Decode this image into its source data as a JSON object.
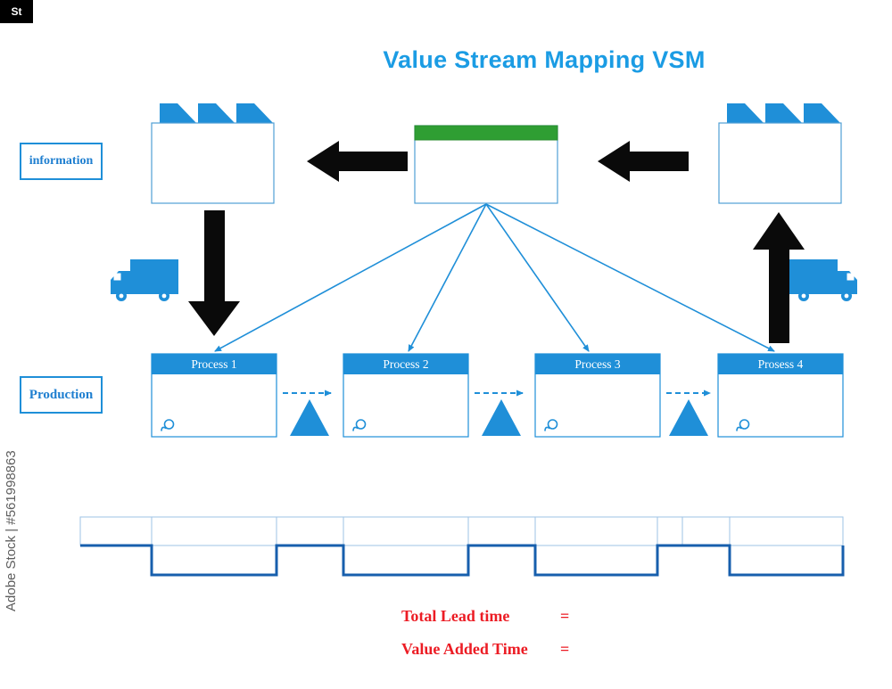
{
  "title": "Value Stream Mapping VSM",
  "watermark": {
    "logo": "St",
    "text": "Adobe Stock | #561998863"
  },
  "labels": {
    "information": "information",
    "production": "Production"
  },
  "processes": [
    {
      "label": "Process 1"
    },
    {
      "label": "Process 2"
    },
    {
      "label": "Process 3"
    },
    {
      "label": "Prosess 4"
    }
  ],
  "footer": {
    "total_lead_time_label": "Total Lead time",
    "total_lead_time_equals": "=",
    "value_added_time_label": "Value Added Time",
    "value_added_time_equals": "="
  },
  "icons": {
    "factory-icon": "sawtooth-roof-building",
    "truck-icon": "delivery-truck",
    "operator-icon": "operator-swirl",
    "inventory-triangle-icon": "blue-triangle",
    "push-arrow-icon": "dashed-blue-arrow",
    "information-arrow-icon": "solid-black-arrow",
    "schedule-line-icon": "thin-blue-arrow"
  },
  "colors": {
    "accent_blue": "#1f8fd8",
    "title_blue": "#1b9ce4",
    "green": "#2f9e33",
    "timeline_blue": "#175fad",
    "timeline_grid": "#9dc3e6",
    "red": "#ec1c24",
    "black": "#0a0a0a"
  }
}
